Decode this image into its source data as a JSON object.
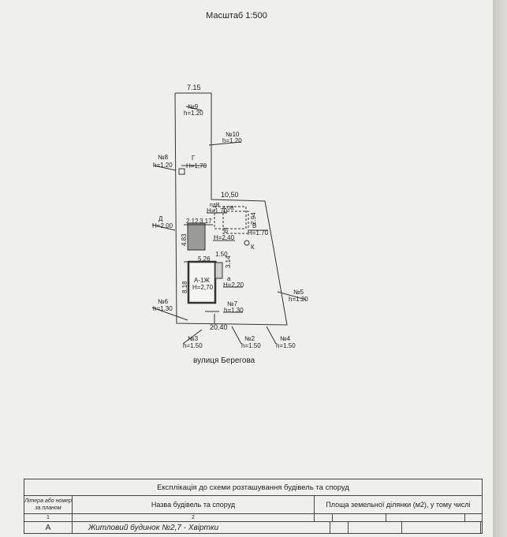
{
  "scale": "Масштаб 1:500",
  "street": "вулиця Берегова",
  "plot_dims": {
    "top": "7.15",
    "mid": "10,50",
    "bottom": "20.40"
  },
  "buildings": {
    "G": {
      "letter": "Г",
      "height": "Н=1,70"
    },
    "D": {
      "letter": "Д",
      "height": "Н=2.00"
    },
    "B": {
      "letter": "Б",
      "height": "Н=2,40",
      "w1": "2.12",
      "w2": "3.17",
      "side": "4.83"
    },
    "pdV": {
      "letter": "пдВ",
      "height": "Н=1.70",
      "w": "4.08",
      "side": "2.94"
    },
    "V": {
      "letter": "В",
      "height": "Н=1.70"
    },
    "A": {
      "letter": "А-1Ж",
      "height": "Н=2,70",
      "w": "5.26",
      "side": "8.18"
    },
    "a": {
      "letter": "а",
      "height": "Н=2,20",
      "w": "1.50",
      "side": "3.14"
    },
    "K": {
      "letter": "К"
    }
  },
  "fences": [
    {
      "no": "№9",
      "h": "h=1.20"
    },
    {
      "no": "№10",
      "h": "h=1.20"
    },
    {
      "no": "№8",
      "h": "h=1.20"
    },
    {
      "no": "№5",
      "h": "h=1.20"
    },
    {
      "no": "№6",
      "h": "h=1.30"
    },
    {
      "no": "№7",
      "h": "h=1.30"
    },
    {
      "no": "№3",
      "h": "h=1.50"
    },
    {
      "no": "№2",
      "h": "h=1.50"
    },
    {
      "no": "№4",
      "h": "h=1.50"
    }
  ],
  "table": {
    "title": "Експлікація до схеми розташування будівель та споруд",
    "col1_header": "Літера або номер за планом",
    "col2_header": "Назва будівель та споруд",
    "col3_header": "Площа земельної ділянки (м2), у тому числі",
    "col1_num": "1",
    "col2_num": "2",
    "row1_col1": "А",
    "row1_col2": "Житловий будинок №2,7 - Хвіртки"
  }
}
